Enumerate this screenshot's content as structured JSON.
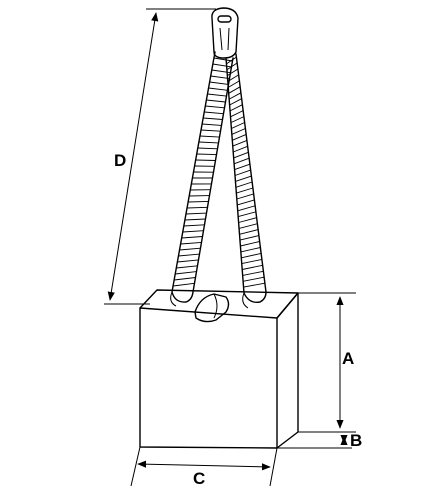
{
  "labels": {
    "a": "A",
    "b": "B",
    "c": "C",
    "d": "D"
  },
  "colors": {
    "ink": "#000000",
    "paper": "#ffffff"
  }
}
